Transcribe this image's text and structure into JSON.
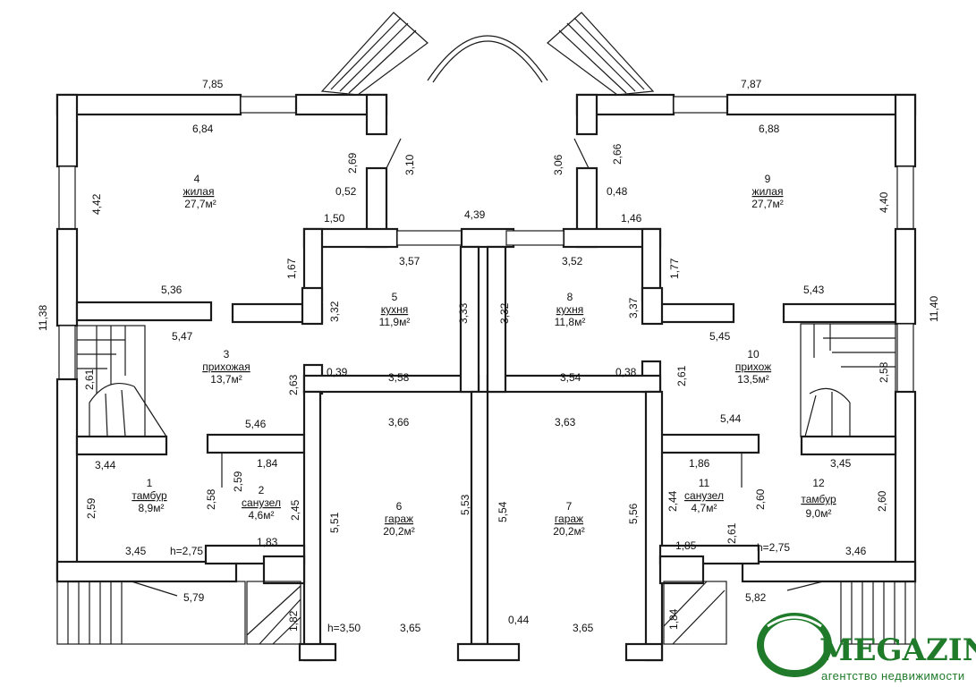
{
  "dimensions": {
    "d_7_85": "7,85",
    "d_7_87": "7,87",
    "d_6_84": "6,84",
    "d_6_88": "6,88",
    "d_11_38": "11,38",
    "d_11_40": "11,40",
    "d_4_42": "4,42",
    "d_4_40": "4,40",
    "d_2_69": "2,69",
    "d_3_10": "3,10",
    "d_3_06": "3,06",
    "d_2_66": "2,66",
    "d_0_52": "0,52",
    "d_0_48": "0,48",
    "d_1_50": "1,50",
    "d_1_46": "1,46",
    "d_4_39": "4,39",
    "d_1_67": "1,67",
    "d_1_77": "1,77",
    "d_3_57": "3,57",
    "d_3_52": "3,52",
    "d_3_32a": "3,32",
    "d_3_33": "3,33",
    "d_3_32b": "3,32",
    "d_3_37": "3,37",
    "d_5_36": "5,36",
    "d_5_43": "5,43",
    "d_5_47": "5,47",
    "d_5_45": "5,45",
    "d_2_61a": "2,61",
    "d_2_58a": "2,58",
    "d_2_63": "2,63",
    "d_2_61b": "2,61",
    "d_0_39": "0,39",
    "d_3_58": "3,58",
    "d_3_54": "3,54",
    "d_0_38": "0,38",
    "d_5_46": "5,46",
    "d_5_44": "5,44",
    "d_3_66": "3,66",
    "d_3_63": "3,63",
    "d_3_44": "3,44",
    "d_1_84": "1,84",
    "d_2_59a": "2,59",
    "d_2_58b": "2,58",
    "d_2_45": "2,45",
    "d_2_59b": "2,59",
    "d_5_51": "5,51",
    "d_5_53": "5,53",
    "d_5_54": "5,54",
    "d_5_56": "5,56",
    "d_1_86": "1,86",
    "d_2_44": "2,44",
    "d_2_60a": "2,60",
    "d_2_61c": "2,61",
    "d_3_45": "3,45",
    "d_2_60b": "2,60",
    "d_3_45b": "3,45",
    "d_h275a": "h=2,75",
    "d_1_83": "1,83",
    "d_1_85": "1,85",
    "d_h275b": "h=2,75",
    "d_3_46": "3,46",
    "d_5_79": "5,79",
    "d_5_82": "5,82",
    "d_1_82": "1,82",
    "d_1_84b": "1,84",
    "d_h350": "h=3,50",
    "d_3_65a": "3,65",
    "d_0_44": "0,44",
    "d_3_65b": "3,65"
  },
  "rooms": [
    {
      "num": "4",
      "name": "жилая",
      "area": "27,7м²"
    },
    {
      "num": "9",
      "name": "жилая",
      "area": "27,7м²"
    },
    {
      "num": "5",
      "name": "кухня",
      "area": "11,9м²"
    },
    {
      "num": "8",
      "name": "кухня",
      "area": "11,8м²"
    },
    {
      "num": "3",
      "name": "прихожая",
      "area": "13,7м²"
    },
    {
      "num": "10",
      "name": "прихож",
      "area": "13,5м²"
    },
    {
      "num": "1",
      "name": "тамбур",
      "area": "8,9м²"
    },
    {
      "num": "2",
      "name": "санузел",
      "area": "4,6м²"
    },
    {
      "num": "6",
      "name": "гараж",
      "area": "20,2м²"
    },
    {
      "num": "7",
      "name": "гараж",
      "area": "20,2м²"
    },
    {
      "num": "11",
      "name": "санузел",
      "area": "4,7м²"
    },
    {
      "num": "12",
      "name": "тамбур",
      "area": "9,0м²"
    }
  ],
  "logo": {
    "brand": "MEGAZIN",
    "tagline": "агентство недвижимости",
    "color": "#1f7a2a"
  }
}
